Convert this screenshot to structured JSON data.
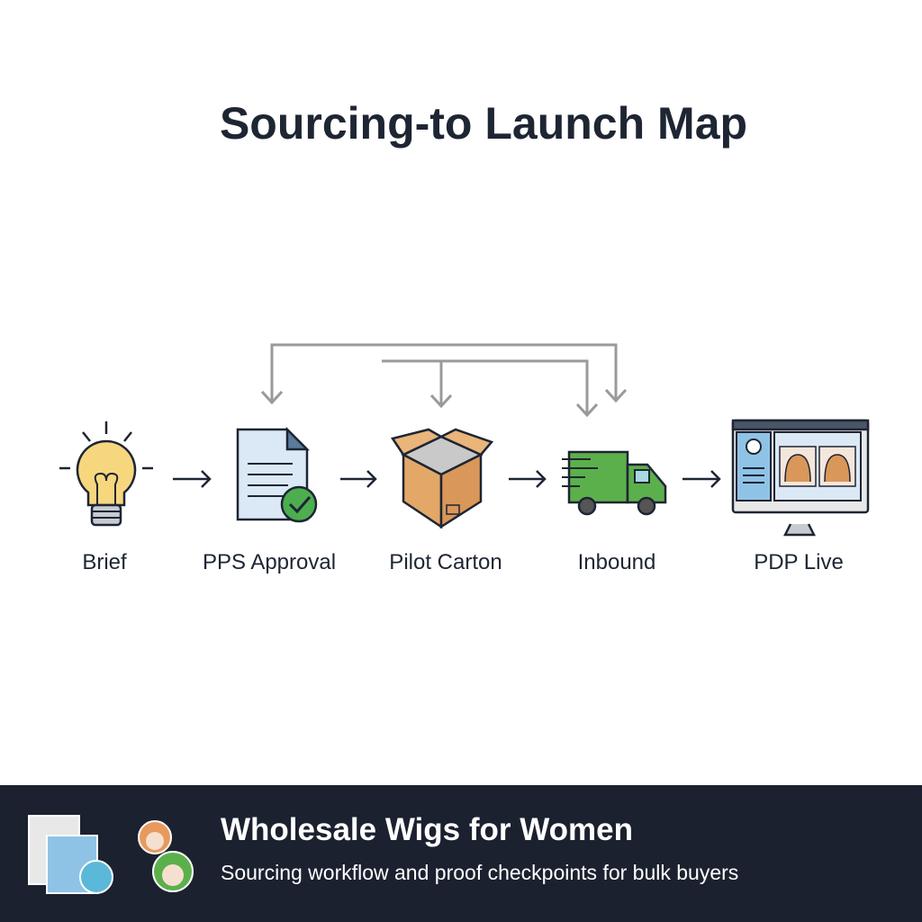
{
  "title": "Sourcing-to Launch Map",
  "steps": [
    {
      "label": "Brief",
      "icon": "lightbulb-icon"
    },
    {
      "label": "PPS Approval",
      "icon": "approved-document-icon"
    },
    {
      "label": "Pilot Carton",
      "icon": "carton-box-icon"
    },
    {
      "label": "Inbound",
      "icon": "delivery-truck-icon"
    },
    {
      "label": "PDP Live",
      "icon": "monitor-product-page-icon"
    }
  ],
  "footer": {
    "title": "Wholesale Wigs for Women",
    "subtitle": "Sourcing workflow and proof checkpoints for bulk buyers"
  },
  "colors": {
    "text": "#1e2533",
    "footer_bg": "#1c2130",
    "connector": "#9a9a9a",
    "truck": "#5cb04c",
    "box": "#e3a868",
    "bulb": "#f7d77e"
  }
}
